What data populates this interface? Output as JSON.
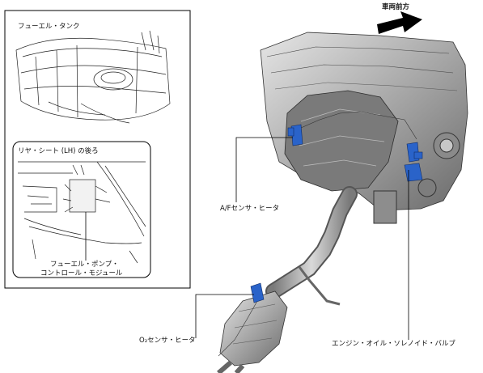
{
  "labels": {
    "fuel_tank": "フューエル・タンク",
    "rear_seat": "リヤ・シート (LH) の後ろ",
    "pump_module_line1": "フューエル・ポンプ・",
    "pump_module_line2": "コントロール・モジュール",
    "vehicle_front": "車両前方",
    "af_sensor": "A/Fセンサ・ヒータ",
    "o2_sensor": "O₂センサ・ヒータ",
    "oil_solenoid": "エンジン・オイル・ソレノイド・バルブ"
  },
  "colors": {
    "highlight": "#2a63c9",
    "metal_dark": "#6f6f6f",
    "metal_mid": "#a3a3a3",
    "metal_light": "#d8d8d8"
  }
}
